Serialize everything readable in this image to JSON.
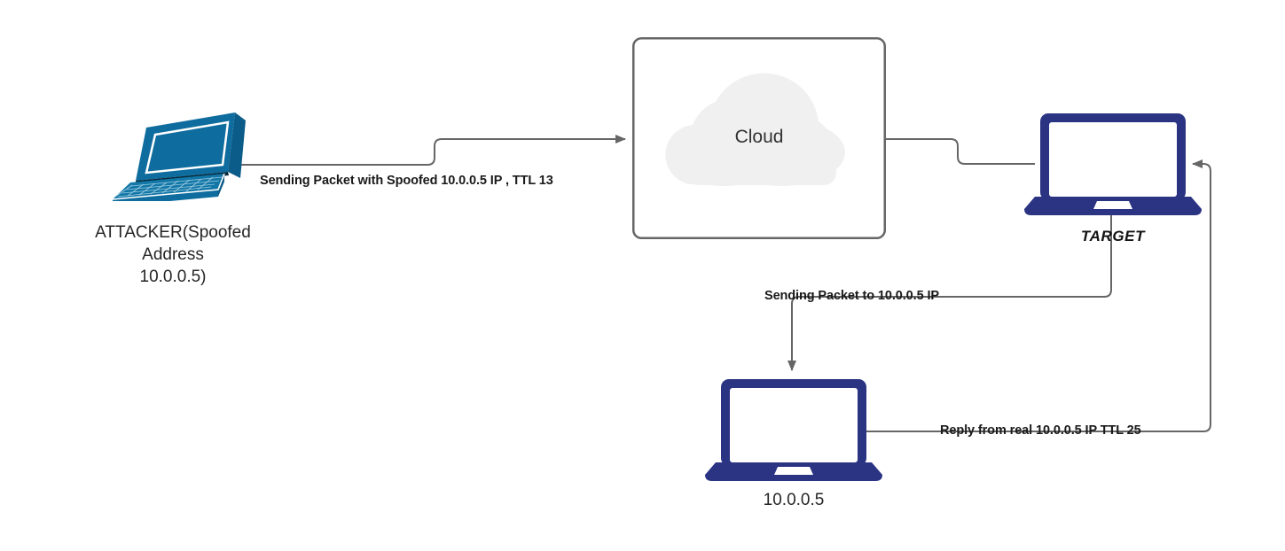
{
  "diagram": {
    "title": "IP Spoofing Attack Flow",
    "background": "#ffffff",
    "palette": {
      "attacker_blue": "#0E6C9E",
      "attacker_blue_dark": "#0B5C88",
      "device_navy": "#2B3383",
      "wire_gray": "#666666",
      "box_border": "#666666",
      "cloud_fill": "#F0F0F0",
      "text_dark": "#1A1A1A"
    }
  },
  "nodes": {
    "attacker": {
      "id": "attacker",
      "icon": "laptop-3d-icon",
      "label": "ATTACKER(Spoofed\nAddress\n10.0.0.5)",
      "label_lines": [
        "ATTACKER(Spoofed",
        "Address",
        "10.0.0.5)"
      ]
    },
    "cloud_box": {
      "id": "cloud-box",
      "icon": "cloud-icon",
      "label": "Cloud"
    },
    "target": {
      "id": "target",
      "icon": "laptop-front-icon",
      "label": "TARGET"
    },
    "victim": {
      "id": "victim",
      "icon": "laptop-front-icon",
      "label": "10.0.0.5"
    }
  },
  "edges": [
    {
      "id": "attacker-to-cloud",
      "from": "attacker",
      "to": "cloud_box",
      "label": "Sending Packet with Spoofed 10.0.0.5 IP , TTL 13",
      "arrow": "end"
    },
    {
      "id": "cloud-to-target",
      "from": "cloud_box",
      "to": "target",
      "label": "",
      "arrow": "none"
    },
    {
      "id": "target-to-victim",
      "from": "target",
      "to": "victim",
      "label": "Sending Packet to 10.0.0.5 IP",
      "arrow": "end"
    },
    {
      "id": "victim-to-target",
      "from": "victim",
      "to": "target",
      "label": "Reply from real 10.0.0.5 IP TTL 25",
      "arrow": "end"
    }
  ]
}
